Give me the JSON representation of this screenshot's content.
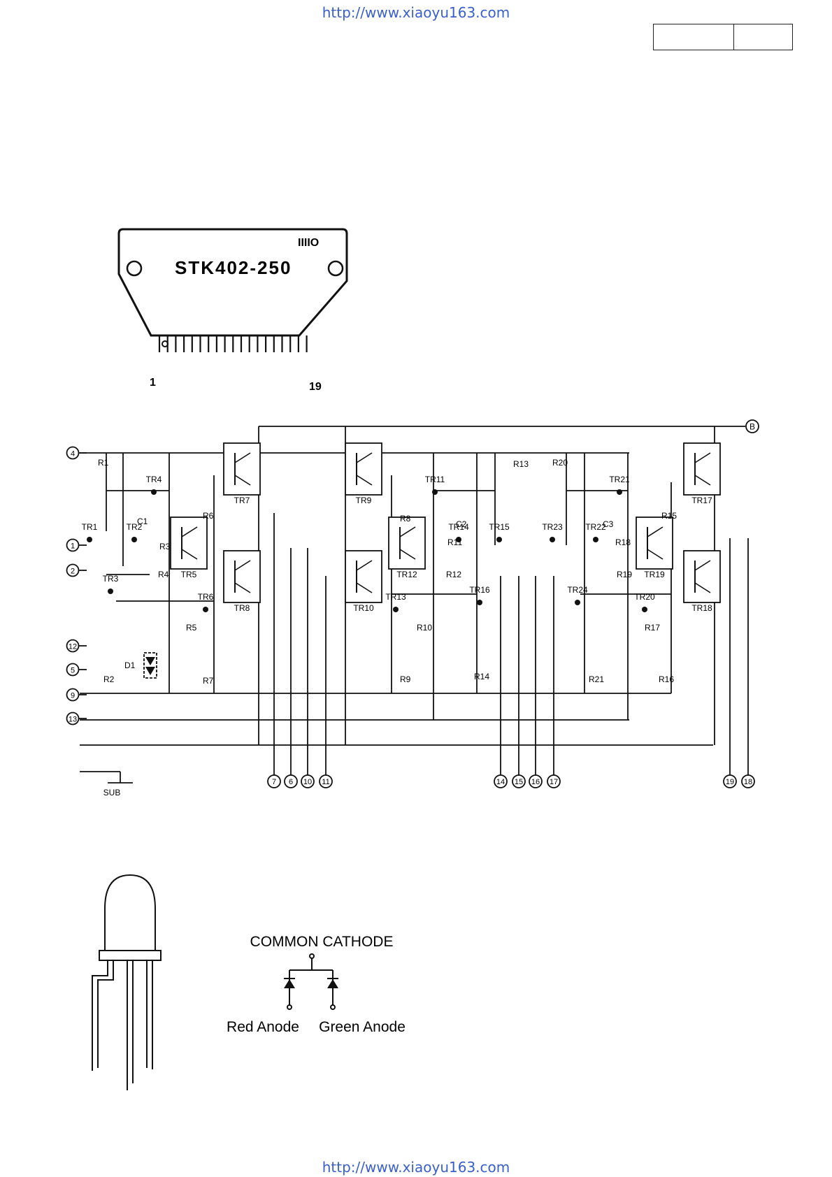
{
  "header": {
    "url": "http://www.xiaoyu163.com"
  },
  "footer": {
    "url": "http://www.xiaoyu163.com"
  },
  "package": {
    "part_number": "STK402-250",
    "pin_first": "1",
    "pin_last": "19",
    "marking": "IIIIO"
  },
  "schematic": {
    "left_pins": [
      "4",
      "1",
      "2",
      "12",
      "5",
      "9",
      "13"
    ],
    "bottom_pins": [
      "7",
      "6",
      "10",
      "11",
      "14",
      "15",
      "16",
      "17",
      "19",
      "18"
    ],
    "b_terminal": "B",
    "sub_label": "SUB",
    "transistors": [
      "TR1",
      "TR2",
      "TR3",
      "TR4",
      "TR5",
      "TR6",
      "TR7",
      "TR8",
      "TR9",
      "TR10",
      "TR11",
      "TR12",
      "TR13",
      "TR14",
      "TR15",
      "TR16",
      "TR17",
      "TR18",
      "TR19",
      "TR20",
      "TR21",
      "TR22",
      "TR23",
      "TR24"
    ],
    "resistors": [
      "R1",
      "R2",
      "R3",
      "R4",
      "R5",
      "R6",
      "R7",
      "R8",
      "R9",
      "R10",
      "R11",
      "R12",
      "R13",
      "R14",
      "R15",
      "R16",
      "R17",
      "R18",
      "R19",
      "R20",
      "R21"
    ],
    "capacitors": [
      "C1",
      "C2",
      "C3"
    ],
    "diode": "D1"
  },
  "led": {
    "title": "COMMON CATHODE",
    "anode_red": "Red Anode",
    "anode_green": "Green Anode"
  }
}
